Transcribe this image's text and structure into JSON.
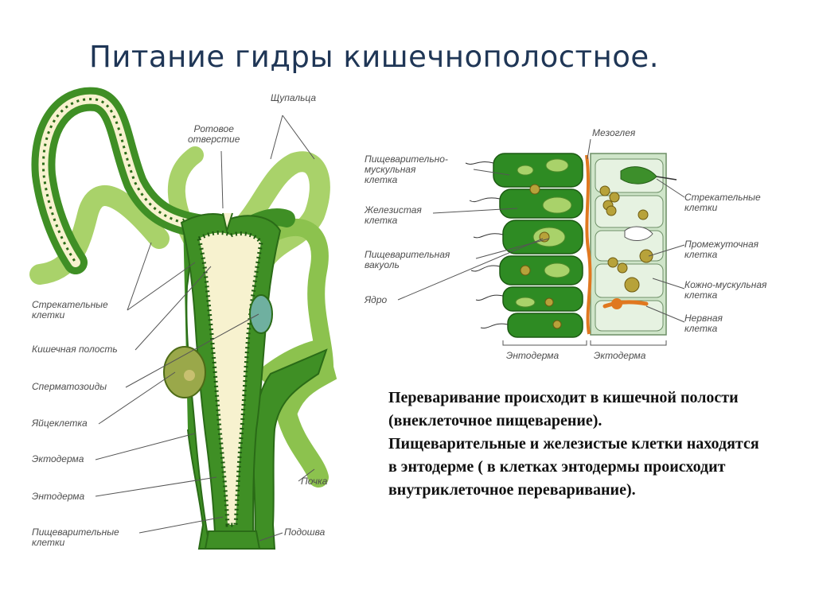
{
  "title": "Питание гидры кишечнополостное.",
  "hydra_labels": {
    "tentacles": "Щупальца",
    "mouth_line1": "Ротовое",
    "mouth_line2": "отверстие",
    "stinging_line1": "Стрекательные",
    "stinging_line2": "клетки",
    "gut_cavity": "Кишечная полость",
    "sperm": "Сперматозоиды",
    "egg": "Яйцеклетка",
    "ectoderm": "Эктодерма",
    "endoderm": "Энтодерма",
    "digestive_line1": "Пищеварительные",
    "digestive_line2": "клетки",
    "bud": "Почка",
    "sole": "Подошва"
  },
  "cell_labels": {
    "mesoglea": "Мезоглея",
    "dig_muscle_line1": "Пищеварительно-",
    "dig_muscle_line2": "мускульная",
    "dig_muscle_line3": "клетка",
    "glandular_line1": "Железистая",
    "glandular_line2": "клетка",
    "vacuole_line1": "Пищеварительная",
    "vacuole_line2": "вакуоль",
    "nucleus": "Ядро",
    "stinging_line1": "Стрекательные",
    "stinging_line2": "клетки",
    "interstitial_line1": "Промежуточная",
    "interstitial_line2": "клетка",
    "skin_muscle_line1": "Кожно-мускульная",
    "skin_muscle_line2": "клетка",
    "nerve_line1": "Нервная",
    "nerve_line2": "клетка",
    "endoderm": "Энтодерма",
    "ectoderm": "Эктодерма"
  },
  "paragraphs": [
    "Переваривание происходит в кишечной полости (внеклеточное пищеварение).",
    "Пищеварительные и железистые клетки находятся в энтодерме ( в клетках энтодермы происходит внутриклеточное переваривание)."
  ],
  "colors": {
    "title": "#1f3656",
    "dark_green": "#2e7d1f",
    "light_green": "#a9d26a",
    "cavity": "#f7f2cf"
  }
}
